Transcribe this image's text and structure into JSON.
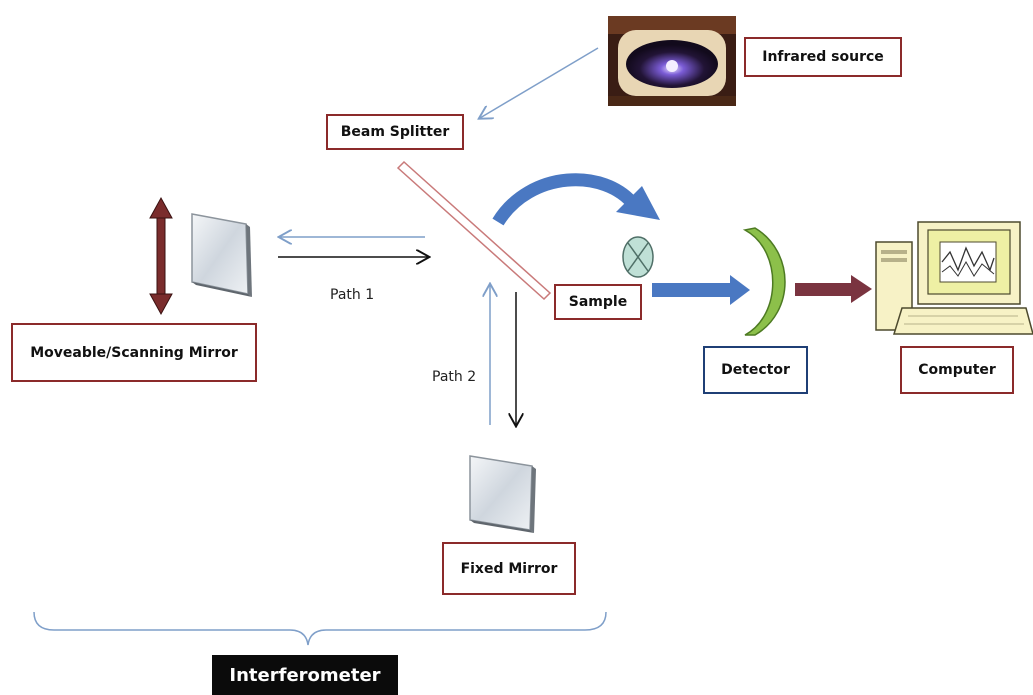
{
  "labels": {
    "infrared_source": "Infrared source",
    "beam_splitter": "Beam Splitter",
    "moveable_mirror": "Moveable/Scanning Mirror",
    "path1": "Path 1",
    "path2": "Path 2",
    "sample": "Sample",
    "detector": "Detector",
    "computer": "Computer",
    "fixed_mirror": "Fixed Mirror",
    "interferometer": "Interferometer"
  },
  "colors": {
    "label_border": "#8b2a2a",
    "detector_border": "#1f3f75",
    "beam_blue": "#4a78c2",
    "thin_blue_arrow": "#7f9fc9",
    "black_arrow": "#111111",
    "double_arrow": "#7a2c2c",
    "detector_green": "#8cc04a",
    "sample_fill": "#bfe0d6",
    "computer_arrow": "#7a3440"
  }
}
